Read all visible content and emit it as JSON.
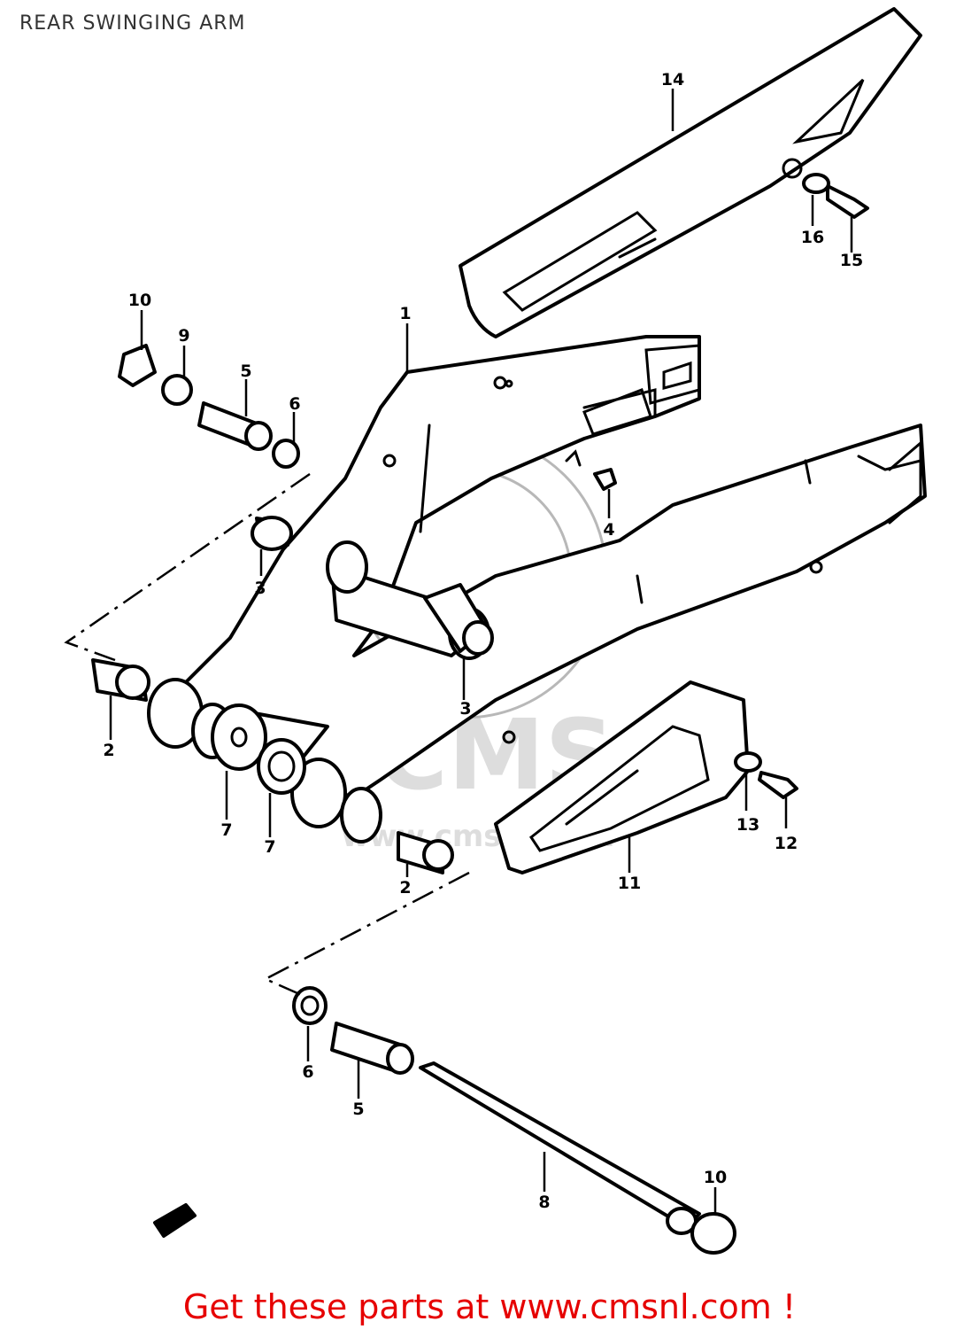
{
  "title": "REAR SWINGING ARM",
  "watermark": {
    "logo": "CMS",
    "url": "www.cmsnl.com"
  },
  "callouts": [
    "1",
    "2",
    "2",
    "3",
    "3",
    "4",
    "5",
    "5",
    "6",
    "6",
    "7",
    "7",
    "8",
    "9",
    "10",
    "10",
    "11",
    "12",
    "13",
    "14",
    "15",
    "16"
  ],
  "footer": "Get these parts at www.cmsnl.com !",
  "colors": {
    "footer_text": "#e60000",
    "line_art": "#000000",
    "watermark": "#c8c8c8"
  }
}
